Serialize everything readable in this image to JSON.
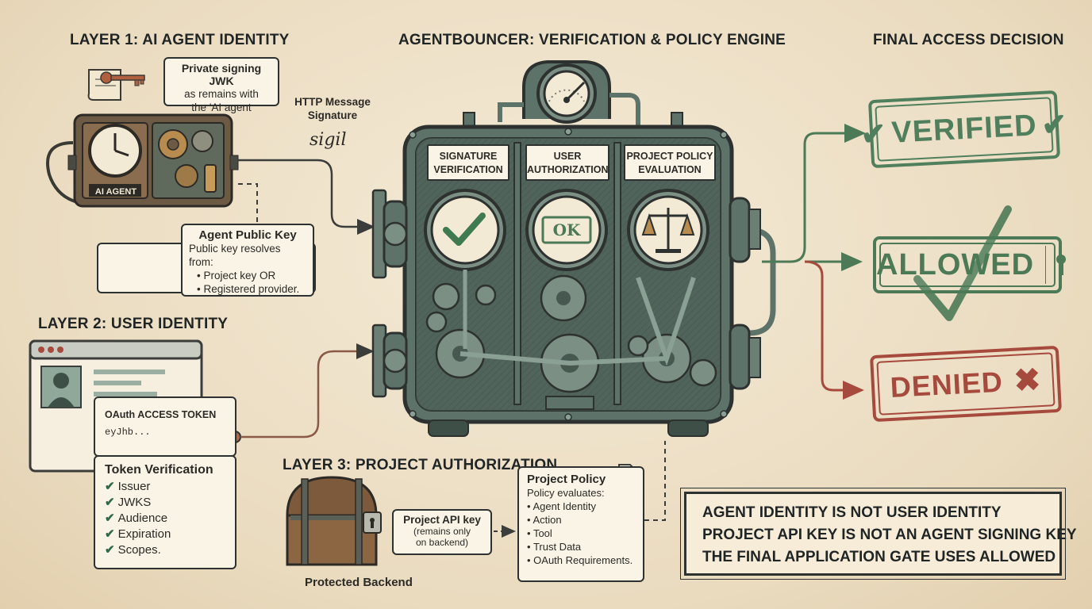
{
  "headings": {
    "layer1": "LAYER 1: AI AGENT IDENTITY",
    "engine": "AGENTBOUNCER: VERIFICATION & POLICY ENGINE",
    "final": "FINAL ACCESS DECISION",
    "layer2": "LAYER 2: USER IDENTITY",
    "layer3": "LAYER 3: PROJECT AUTHORIZATION"
  },
  "layer1": {
    "jwk_title": "Private signing JWK",
    "jwk_line2": "as remains with",
    "jwk_line3": "the 'AI agent",
    "device_label": "AI AGENT",
    "http_sig_line1": "HTTP Message",
    "http_sig_line2": "Signature",
    "sigil": "sigil",
    "pubkey_title": "Agent Public Key",
    "pubkey_intro": "Public key resolves from:",
    "pubkey_items": [
      "Project key OR",
      "Registered provider."
    ]
  },
  "engine": {
    "stages": [
      {
        "line1": "SIGNATURE",
        "line2": "VERIFICATION"
      },
      {
        "line1": "USER",
        "line2": "AUTHORIZATION"
      },
      {
        "line1": "PROJECT POLICY",
        "line2": "EVALUATION"
      }
    ],
    "ok_label": "OK"
  },
  "decisions": {
    "verified": "VERIFIED",
    "allowed": "ALLOWED",
    "denied": "DENIED"
  },
  "layer2": {
    "token_title": "OAuth ACCESS TOKEN",
    "token_value": "eyJhb...",
    "verification_title": "Token Verification",
    "checks": [
      "Issuer",
      "JWKS",
      "Audience",
      "Expiration",
      "Scopes."
    ]
  },
  "layer3": {
    "api_key_title": "Project API key",
    "api_key_line2": "(remains only",
    "api_key_line3": "on backend)",
    "backend_label": "Protected Backend",
    "policy_title": "Project Policy",
    "policy_intro": "Policy evaluates:",
    "policy_items": [
      "Agent Identity",
      "Action",
      "Tool",
      "Trust Data",
      "OAuth Requirements."
    ]
  },
  "principles": [
    "AGENT IDENTITY IS NOT USER IDENTITY",
    "PROJECT API KEY IS NOT AN AGENT SIGNING KEY",
    "THE FINAL APPLICATION GATE USES ALLOWED"
  ],
  "colors": {
    "verified": "#4f7f5c",
    "allowed": "#4c7a56",
    "denied": "#a54a3c",
    "machine": "#5d736a",
    "ink": "#2d3230"
  }
}
